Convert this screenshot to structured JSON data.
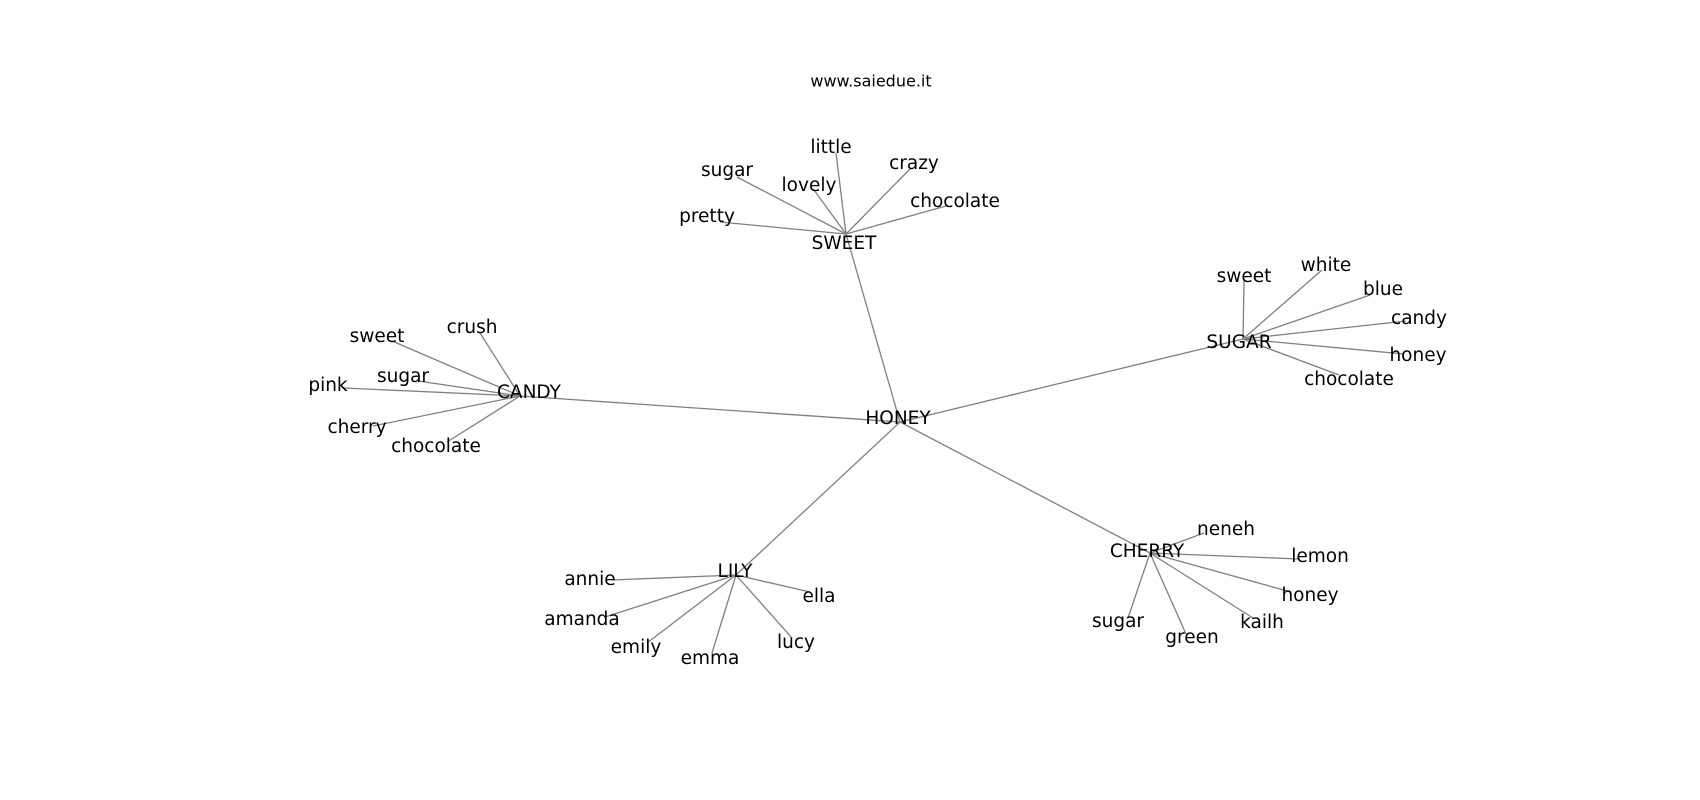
{
  "title": "www.saiedue.it",
  "root": "HONEY",
  "branches": [
    {
      "id": "sweet",
      "label": "SWEET",
      "leaves": [
        "little",
        "crazy",
        "sugar",
        "lovely",
        "chocolate",
        "pretty"
      ]
    },
    {
      "id": "sugar",
      "label": "SUGAR",
      "leaves": [
        "sweet",
        "white",
        "blue",
        "candy",
        "honey",
        "chocolate"
      ]
    },
    {
      "id": "candy",
      "label": "CANDY",
      "leaves": [
        "crush",
        "sweet",
        "sugar",
        "pink",
        "cherry",
        "chocolate"
      ]
    },
    {
      "id": "lily",
      "label": "LILY",
      "leaves": [
        "annie",
        "ella",
        "amanda",
        "emily",
        "lucy",
        "emma"
      ]
    },
    {
      "id": "cherry",
      "label": "CHERRY",
      "leaves": [
        "neneh",
        "lemon",
        "honey",
        "kailh",
        "sugar",
        "green"
      ]
    }
  ]
}
